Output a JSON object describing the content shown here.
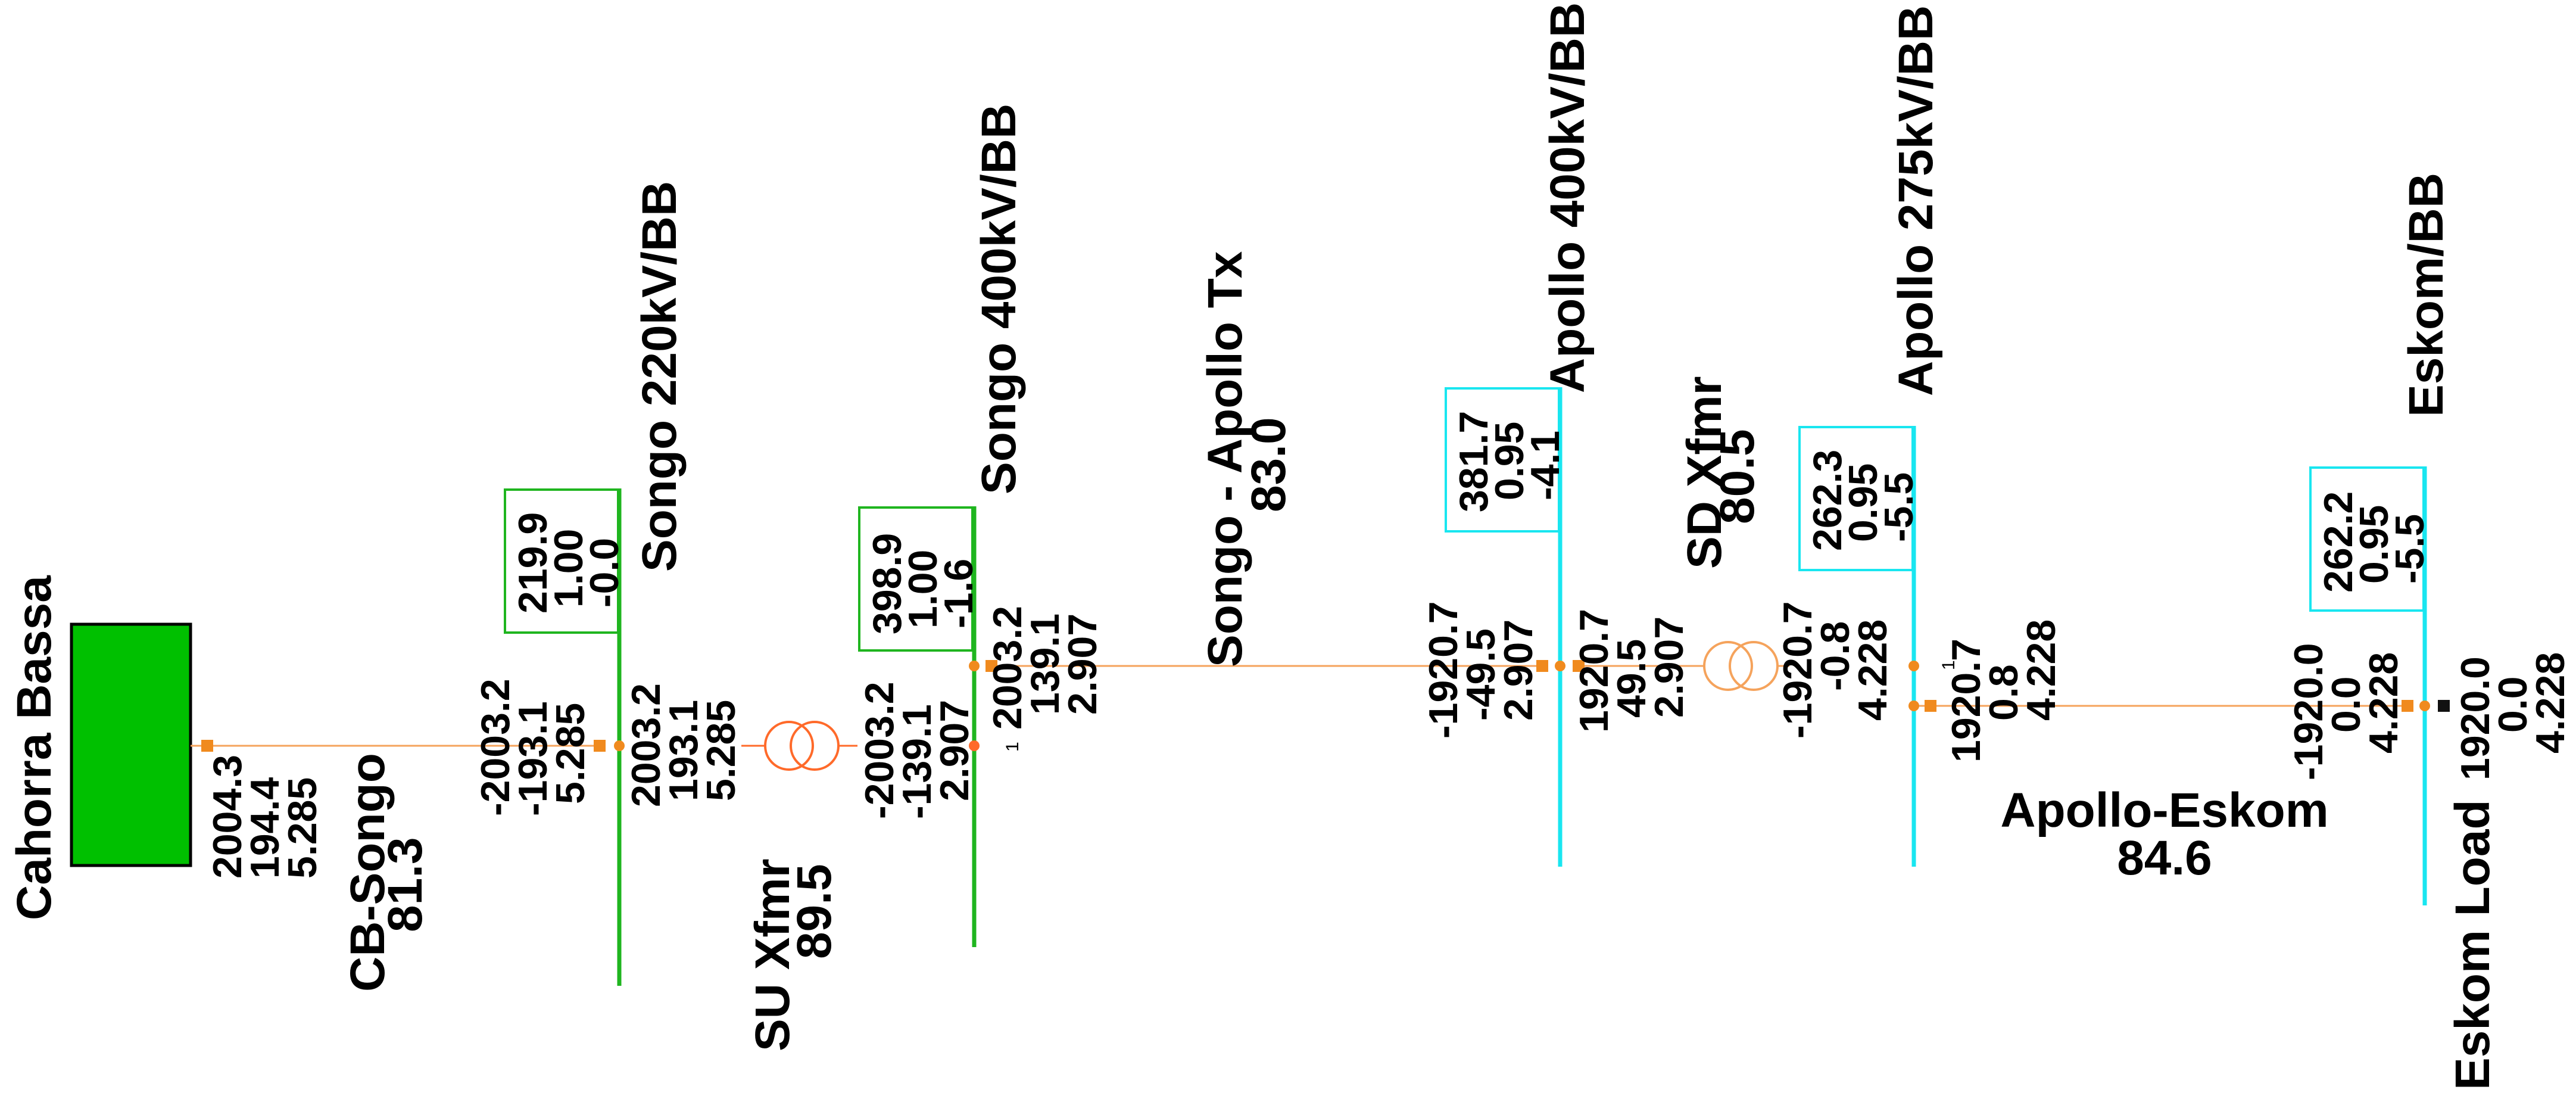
{
  "colors": {
    "line": "#f5a35c",
    "node": "#f08a1e",
    "bus_220": "#1fb51f",
    "bus_400": "#1fb51f",
    "bus_apollo": "#19e6f0",
    "generator": "#00c000",
    "transformer": "#ff6a2a",
    "transformer_sd": "#f5a35c",
    "breaker_dark": "#111111"
  },
  "generator": {
    "name": "Cahorra Bassa",
    "values": [
      "2004.3",
      "194.4",
      "5.285"
    ]
  },
  "lines": {
    "cb_songo": {
      "name": "CB-Songo",
      "loading": "81.3"
    },
    "songo_apollo": {
      "name": "Songo - Apollo Tx",
      "loading": "83.0"
    },
    "apollo_eskom": {
      "name": "Apollo-Eskom",
      "loading": "84.6"
    }
  },
  "transformers": {
    "su": {
      "name": "SU Xfmr",
      "loading": "89.5"
    },
    "sd": {
      "name": "SD Xfmr",
      "loading": "80.5"
    }
  },
  "buses": {
    "songo220": {
      "name": "Songo 220kV/BB",
      "box": [
        "219.9",
        "1.00",
        "-0.0"
      ]
    },
    "songo400": {
      "name": "Songo 400kV/BB",
      "box": [
        "398.9",
        "1.00",
        "-1.6"
      ]
    },
    "apollo400": {
      "name": "Apollo 400kV/BB",
      "box": [
        "381.7",
        "0.95",
        "-4.1"
      ]
    },
    "apollo275": {
      "name": "Apollo 275kV/BB",
      "box": [
        "262.3",
        "0.95",
        "-5.5"
      ]
    },
    "eskom": {
      "name": "Eskom/BB",
      "box": [
        "262.2",
        "0.95",
        "-5.5"
      ]
    }
  },
  "flows": {
    "cb_line_end": [
      "-2003.2",
      "-193.1",
      "5.285"
    ],
    "songo220_to_su": [
      "2003.2",
      "193.1",
      "5.285"
    ],
    "su_to_songo400": [
      "-2003.2",
      "-139.1",
      "2.907"
    ],
    "songo400_to_line": [
      "2003.2",
      "139.1",
      "2.907"
    ],
    "line_end_apollo400": [
      "-1920.7",
      "-49.5",
      "2.907"
    ],
    "apollo400_to_sd": [
      "1920.7",
      "49.5",
      "2.907"
    ],
    "sd_to_apollo275": [
      "-1920.7",
      "-0.8",
      "4.228"
    ],
    "apollo275_to_line": [
      "1920.7",
      "0.8",
      "4.228"
    ],
    "line_end_eskom": [
      "-1920.0",
      "0.0",
      "4.228"
    ],
    "eskom_load": [
      "1920.0",
      "0.0",
      "4.228"
    ]
  },
  "load": {
    "name": "Eskom Load"
  },
  "markers": {
    "one_a": "1",
    "one_b": "1"
  }
}
